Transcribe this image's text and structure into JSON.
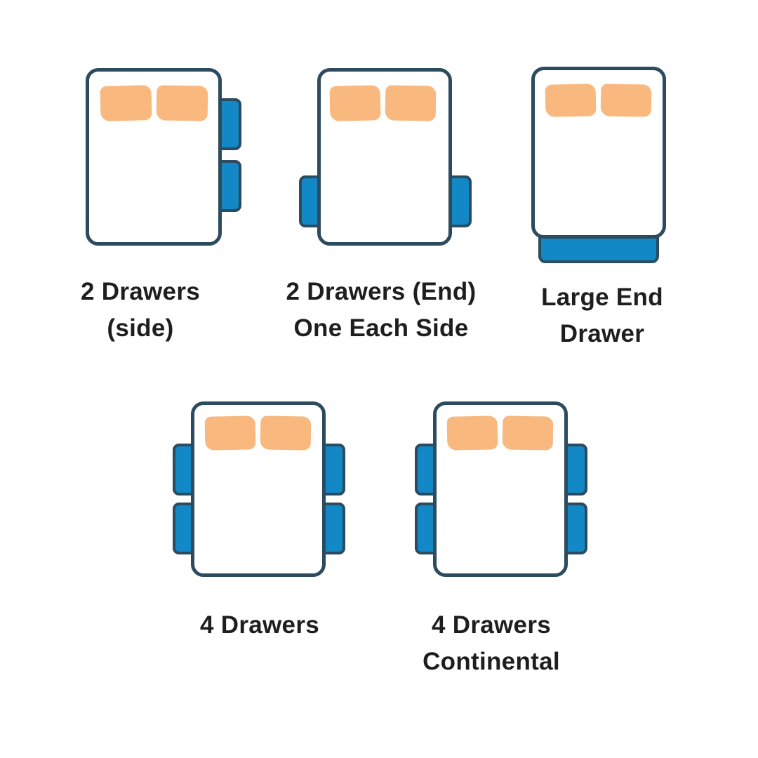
{
  "colors": {
    "background": "#ffffff",
    "bed_border": "#2d4b5e",
    "bed_fill": "#ffffff",
    "pillow": "#f9b87e",
    "drawer_fill": "#1289c6",
    "drawer_border": "#2d4b5e",
    "label_text": "#1e1e1e"
  },
  "diagrams": [
    {
      "id": "2-drawers-side",
      "label": "2 Drawers\n(side)",
      "pillow_count": 2,
      "drawer_count": 2,
      "drawer_layout": "two drawers on right side"
    },
    {
      "id": "2-drawers-end-one-each-side",
      "label": "2 Drawers (End)\nOne Each Side",
      "pillow_count": 2,
      "drawer_count": 2,
      "drawer_layout": "one drawer each side near foot end"
    },
    {
      "id": "large-end-drawer",
      "label": "Large End\nDrawer",
      "pillow_count": 2,
      "drawer_count": 1,
      "drawer_layout": "one large drawer at foot end"
    },
    {
      "id": "4-drawers",
      "label": "4 Drawers",
      "pillow_count": 2,
      "drawer_count": 4,
      "drawer_layout": "two drawers each side"
    },
    {
      "id": "4-drawers-continental",
      "label": "4 Drawers\nContinental",
      "pillow_count": 2,
      "drawer_count": 4,
      "drawer_layout": "two drawers each side"
    }
  ]
}
